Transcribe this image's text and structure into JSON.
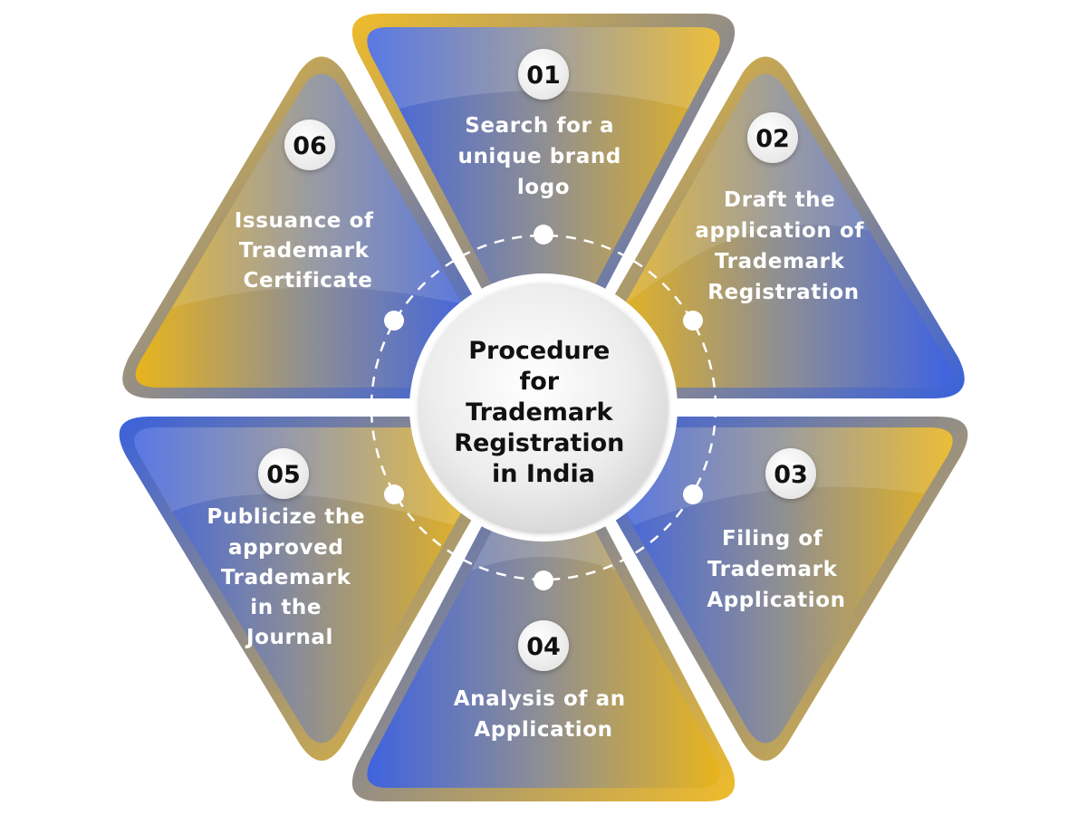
{
  "title_lines": [
    "Procedure",
    "for",
    "Trademark",
    "Registration",
    "in India"
  ],
  "steps": [
    {
      "number": "01",
      "lines": [
        "Search for a",
        "unique brand",
        "logo"
      ]
    },
    {
      "number": "02",
      "lines": [
        "Draft the",
        "application of",
        "Trademark",
        "Registration"
      ]
    },
    {
      "number": "03",
      "lines": [
        "Filing of",
        "Trademark",
        "Application"
      ]
    },
    {
      "number": "04",
      "lines": [
        "Analysis of an",
        "Application"
      ]
    },
    {
      "number": "05",
      "lines": [
        "Publicize the",
        "approved",
        "Trademark",
        "in the",
        "Journal"
      ]
    },
    {
      "number": "06",
      "lines": [
        "Issuance of",
        "Trademark",
        "Certificate"
      ]
    }
  ],
  "colors": {
    "blue": "#3f63e0",
    "gold": "#e8b41c",
    "gray": "#8f8f93",
    "border_gold": "#f0bc2a",
    "border_blue": "#3a61dc"
  }
}
